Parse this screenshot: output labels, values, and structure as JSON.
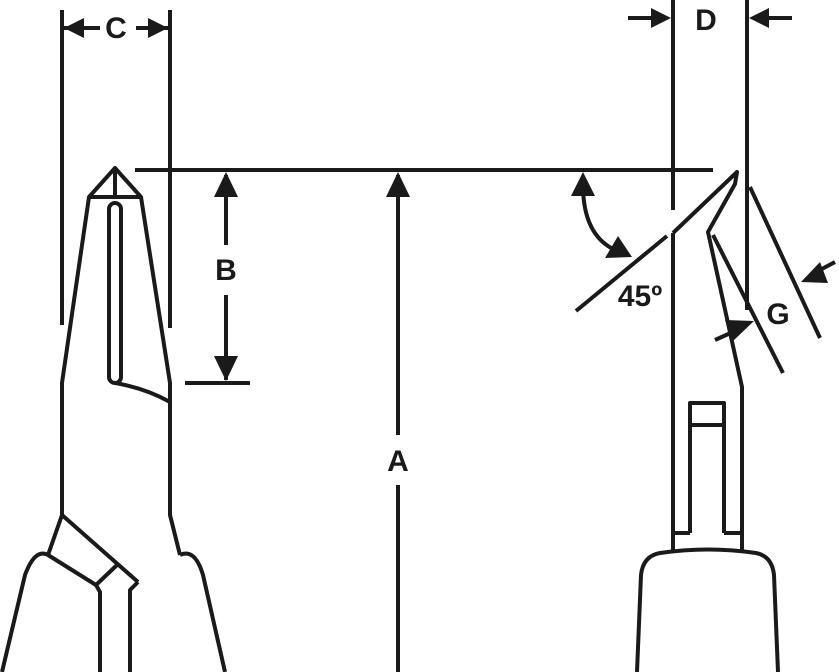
{
  "labels": {
    "a": "A",
    "b": "B",
    "c": "C",
    "d": "D",
    "g": "G",
    "angle": "45º"
  },
  "colors": {
    "line": "#1a1a1a",
    "background": "#ffffff"
  }
}
